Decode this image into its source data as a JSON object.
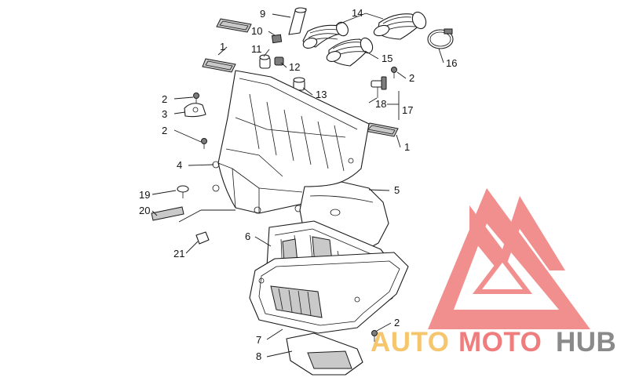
{
  "callouts": [
    {
      "id": "c1a",
      "label": "1"
    },
    {
      "id": "c1b",
      "label": "1"
    },
    {
      "id": "c2a",
      "label": "2"
    },
    {
      "id": "c2b",
      "label": "2"
    },
    {
      "id": "c2c",
      "label": "2"
    },
    {
      "id": "c2d",
      "label": "2"
    },
    {
      "id": "c3",
      "label": "3"
    },
    {
      "id": "c4",
      "label": "4"
    },
    {
      "id": "c5",
      "label": "5"
    },
    {
      "id": "c6",
      "label": "6"
    },
    {
      "id": "c7",
      "label": "7"
    },
    {
      "id": "c8",
      "label": "8"
    },
    {
      "id": "c9",
      "label": "9"
    },
    {
      "id": "c10",
      "label": "10"
    },
    {
      "id": "c11",
      "label": "11"
    },
    {
      "id": "c12",
      "label": "12"
    },
    {
      "id": "c13",
      "label": "13"
    },
    {
      "id": "c14",
      "label": "14"
    },
    {
      "id": "c15",
      "label": "15"
    },
    {
      "id": "c16",
      "label": "16"
    },
    {
      "id": "c17",
      "label": "17"
    },
    {
      "id": "c18",
      "label": "18"
    },
    {
      "id": "c19",
      "label": "19"
    },
    {
      "id": "c20",
      "label": "20"
    },
    {
      "id": "c21",
      "label": "21"
    }
  ],
  "watermark": {
    "text_part1": "AUTO",
    "text_part2": "MOTO",
    "text_part3": "HUB",
    "color_light": "#f5c66e",
    "color_coral": "#f07d7d",
    "color_gray": "#8a8a8a"
  }
}
